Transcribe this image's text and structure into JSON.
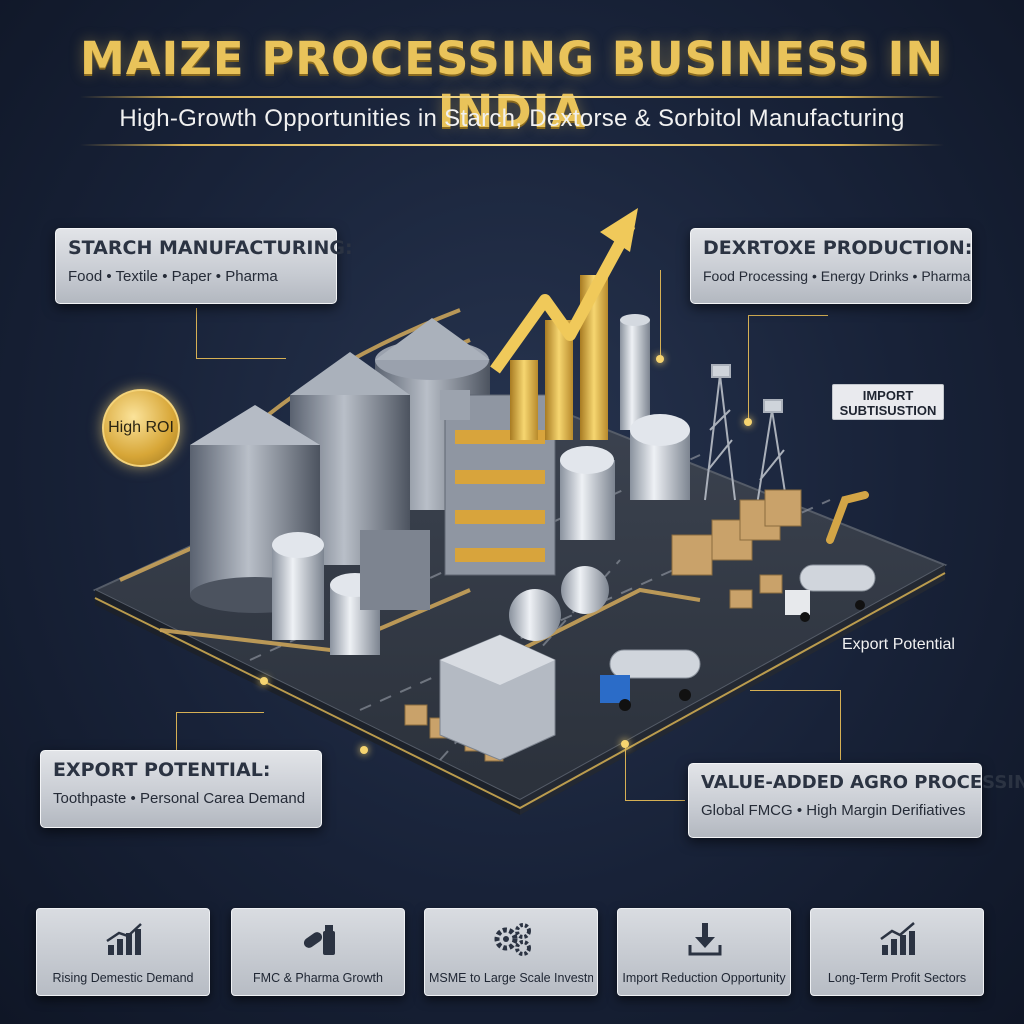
{
  "header": {
    "title": "MAIZE PROCESSING BUSINESS IN INDIA",
    "subtitle": "High-Growth Opportunities in Starch, Dextorse & Sorbitol Manufacturing"
  },
  "callouts": {
    "starch": {
      "heading": "STARCH MANUFACTURING:",
      "items": "Food • Textile • Paper • Pharma"
    },
    "dextrose": {
      "heading": "DEXRTOXE PRODUCTION:",
      "items": "Food Processing • Energy Drinks • Pharma"
    },
    "export": {
      "heading": "EXPORT POTENTIAL:",
      "items": "Toothpaste • Personal Carea Demand"
    },
    "agro": {
      "heading": "VALUE-ADDED AGRO PROCESSING",
      "items": "Global FMCG • High Margin Derifiatives"
    }
  },
  "badges": {
    "roi": "High ROI",
    "import_line1": "IMPORT",
    "import_line2": "SUBTISUSTION",
    "export_label": "Export Potential"
  },
  "tiles": [
    {
      "label": "Rising Demestic Demand",
      "icon": "rising-bar-chart-icon"
    },
    {
      "label": "FMC & Pharma Growth",
      "icon": "pill-bottle-icon"
    },
    {
      "label": "MSME to Large Scale Investment",
      "icon": "gears-icon"
    },
    {
      "label": "Import Reduction Opportunity",
      "icon": "arrow-down-tray-icon"
    },
    {
      "label": "Long-Term Profit Sectors",
      "icon": "growth-chart-icon"
    }
  ],
  "colors": {
    "gold": "#e9c35a",
    "background": "#182238",
    "panel": "#c7cbd2"
  }
}
